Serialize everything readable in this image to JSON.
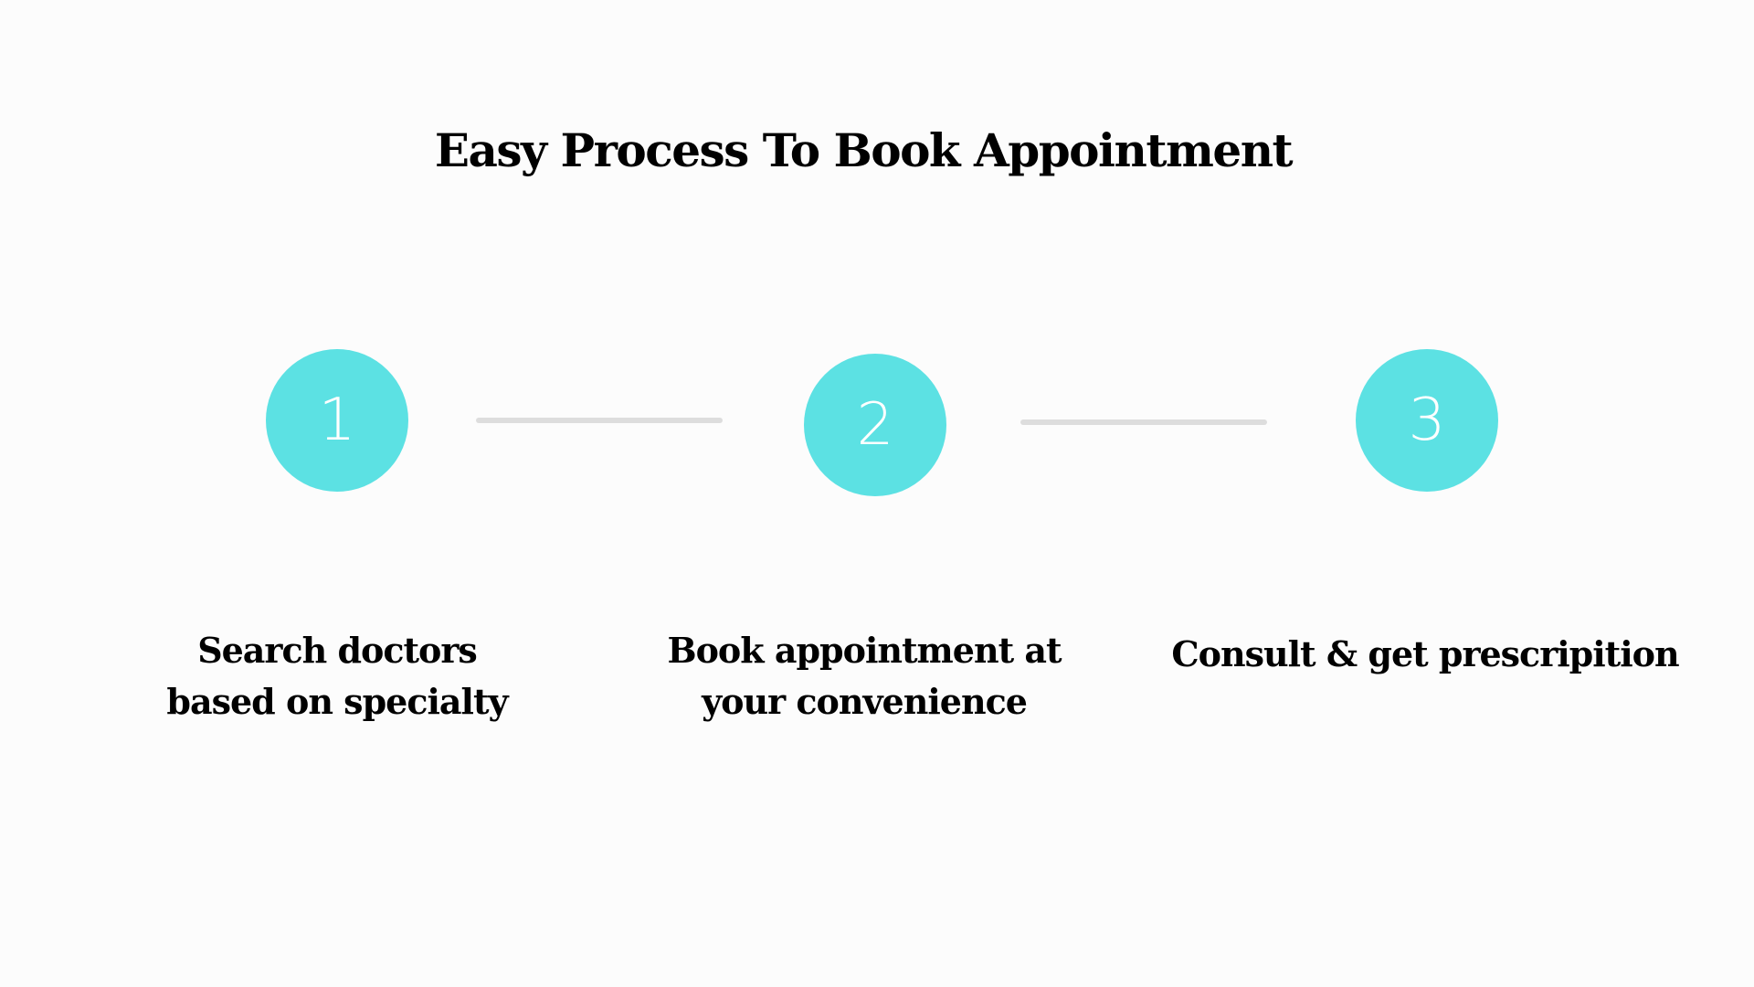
{
  "title": "Easy Process To Book Appointment",
  "colors": {
    "circle": "#5ce1e3",
    "connector": "#dddddd",
    "number": "#ffffff",
    "text": "#000000"
  },
  "steps": [
    {
      "number": "1",
      "label_line1": "Search doctors",
      "label_line2": "based on specialty"
    },
    {
      "number": "2",
      "label_line1": "Book appointment at",
      "label_line2": "your convenience"
    },
    {
      "number": "3",
      "label_line1": "Consult & get prescripition",
      "label_line2": ""
    }
  ]
}
